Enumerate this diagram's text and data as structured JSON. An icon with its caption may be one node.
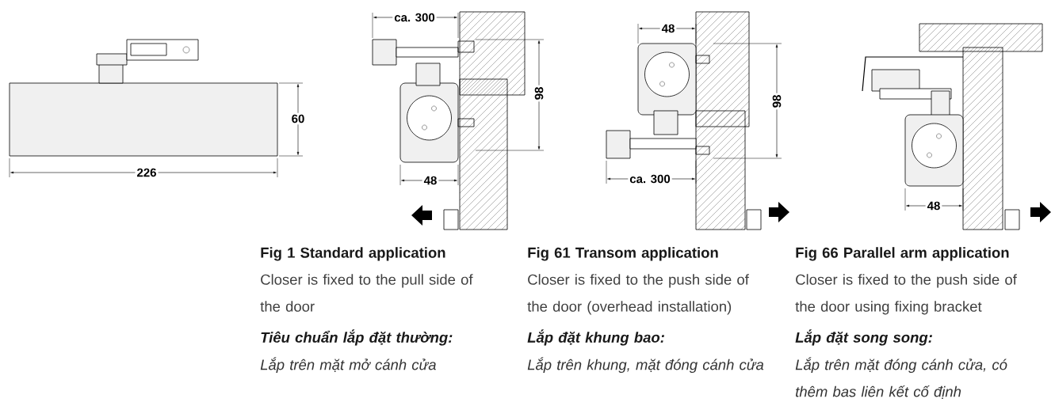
{
  "diagram": {
    "labels": [
      "60",
      "226",
      "ca. 300",
      "98",
      "48",
      "48",
      "98",
      "ca. 300",
      "48",
      "Fig 1 Standard application",
      "Closer is fixed to the pull side of the door",
      "Tiêu chuẩn lắp đặt thường:",
      "Lắp trên mặt mở cánh cửa",
      "Fig 61 Transom application",
      "Closer is fixed to the push side of the door (overhead installation)",
      "Lắp đặt khung bao:",
      "Lắp trên khung, mặt đóng cánh cửa",
      "Fig 66 Parallel arm application",
      "Closer is fixed to the push side of the door using fixing bracket",
      "Lắp đặt song song:",
      "Lắp trên mặt đóng cánh cửa, có thêm bas liên kết cố định"
    ]
  }
}
